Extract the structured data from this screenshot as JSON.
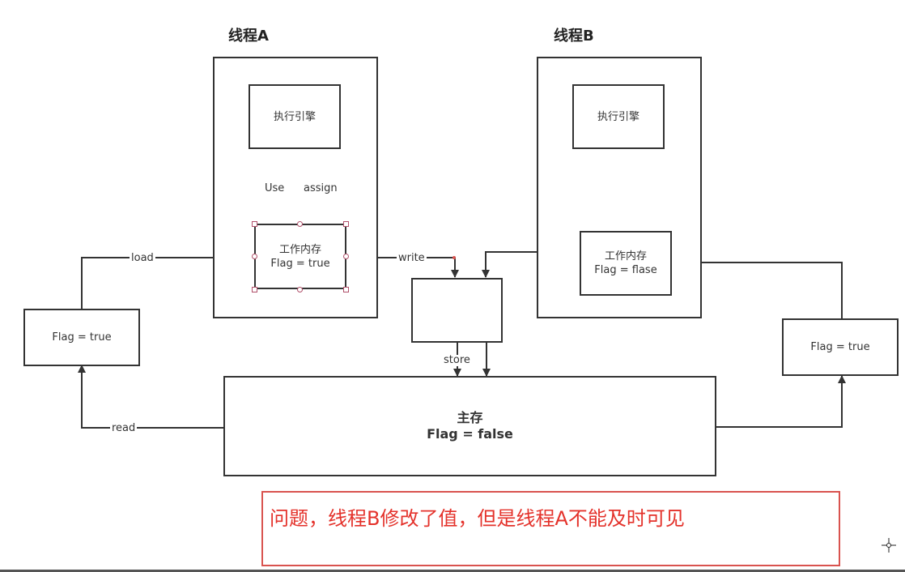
{
  "thread_a": {
    "title": "线程A",
    "engine": "执行引擎",
    "working_memory": "工作内存",
    "flag": "Flag = true",
    "use_label": "Use",
    "assign_label": "assign"
  },
  "thread_b": {
    "title": "线程B",
    "engine": "执行引擎",
    "working_memory": "工作内存",
    "flag": "Flag = flase"
  },
  "left_copy": {
    "flag": "Flag = true"
  },
  "right_copy": {
    "flag": "Flag = true"
  },
  "main_memory": {
    "title": "主存",
    "flag": "Flag = false"
  },
  "edges": {
    "load": "load",
    "read": "read",
    "write": "write",
    "store": "store"
  },
  "note": {
    "text": "问题，线程B修改了值，但是线程A不能及时可见"
  }
}
